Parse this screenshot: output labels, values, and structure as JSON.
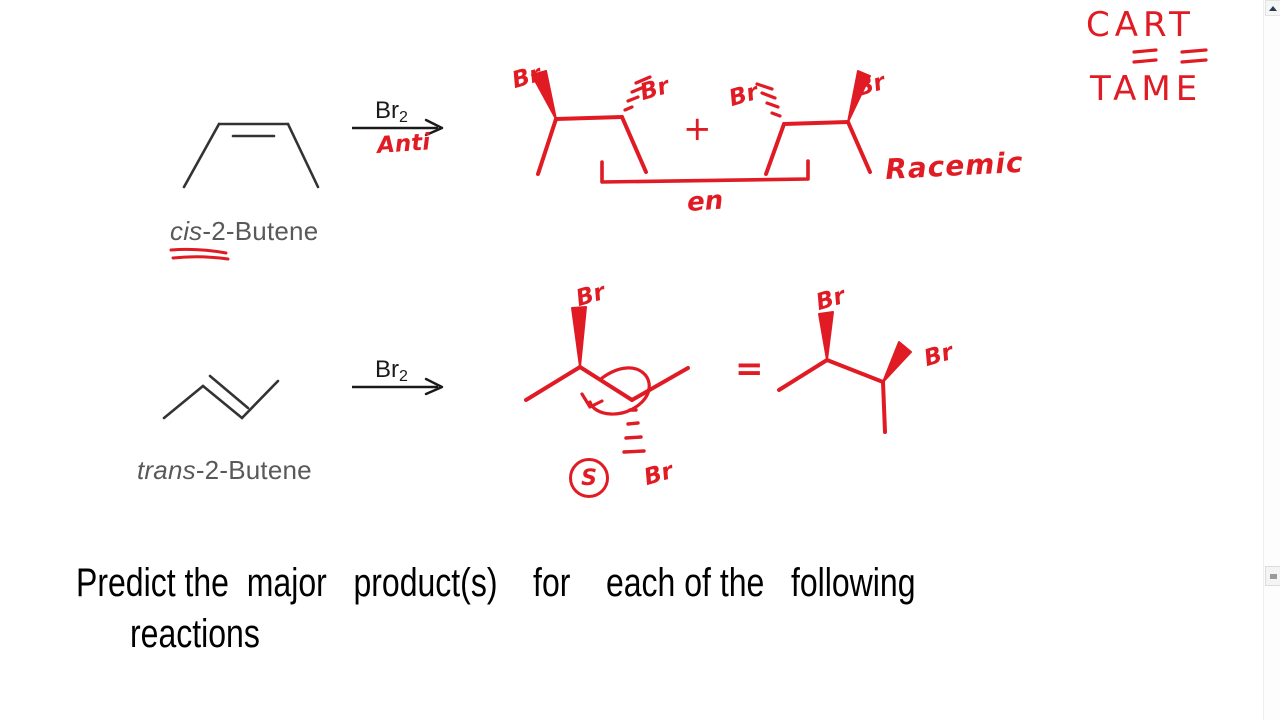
{
  "slide": {
    "background_color": "#ffffff",
    "ink_color": "#e01b24",
    "print_color": "#595959",
    "arrow_color": "#1a1a1a"
  },
  "prompt": {
    "line1": "Predict the  major   product(s)    for    each of the   following",
    "line2": "reactions"
  },
  "reactions": [
    {
      "id": "reaction-1",
      "reactant_label_italic": "cis",
      "reactant_label_rest": "-2-Butene",
      "reagent_text": "Br",
      "reagent_sub": "2",
      "arrow_below_note": "Anti",
      "product_labels": {
        "left_br_top": "Br",
        "left_br_right": "Br",
        "plus": "+",
        "right_br_left": "Br",
        "right_br_top": "Br",
        "bracket_label": "en",
        "stereo_note": "Racemic"
      }
    },
    {
      "id": "reaction-2",
      "reactant_label_italic": "trans",
      "reactant_label_rest": "-2-Butene",
      "reagent_text": "Br",
      "reagent_sub": "2",
      "arrow_below_note": "",
      "product_labels": {
        "left_br_top": "Br",
        "left_br_bottom": "Br",
        "center_stereo": "S",
        "equals": "=",
        "right_br_top": "Br",
        "right_br_side": "Br"
      }
    }
  ],
  "annotation_top_right": {
    "line1": "CART",
    "line2": "TAME"
  },
  "scrollbar": {
    "up_arrow": "scroll-up-arrow"
  }
}
